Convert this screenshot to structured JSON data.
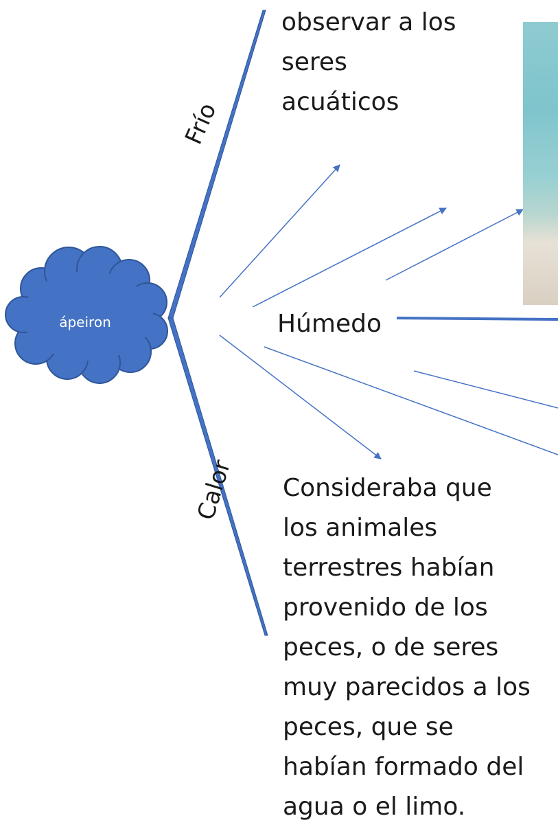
{
  "cloud": {
    "label": "ápeiron",
    "color": "#4472c4"
  },
  "branches": {
    "cold": "Frío",
    "hot": "Calor",
    "wet": "Húmedo"
  },
  "texts": {
    "top": "observar a los\nseres\nacuáticos",
    "bottom": "Consideraba que\nlos animales\nterrestres habían\nprovenido de los\npeces, o de seres\nmuy parecidos a los\npeces, que se\nhabían formado del\nagua o el limo."
  },
  "photo": {
    "description_icon": "sea-shore-photo"
  },
  "colors": {
    "line": "#4472c4",
    "text": "#1a1a1a"
  }
}
